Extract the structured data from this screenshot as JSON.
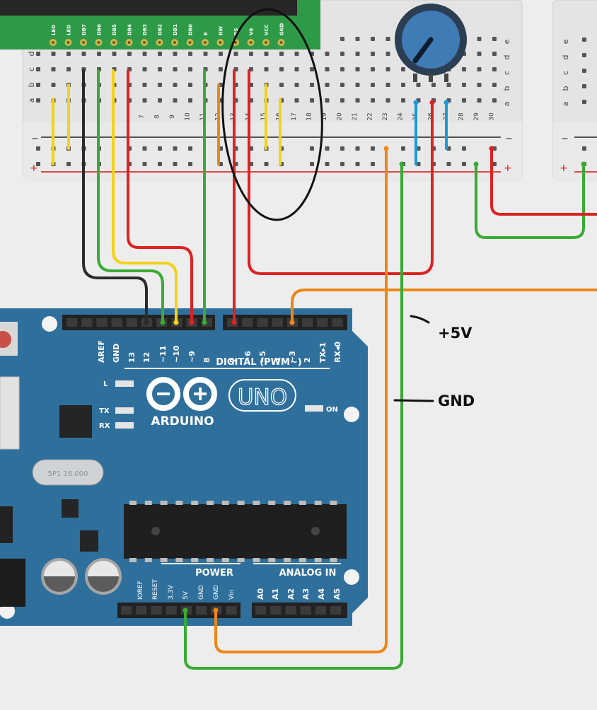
{
  "lcd": {
    "pins": [
      "LED",
      "LED",
      "DB7",
      "DB6",
      "DB5",
      "DB4",
      "DB3",
      "DB2",
      "DB1",
      "DB0",
      "E",
      "RW",
      "RS",
      "V0",
      "VCC",
      "GND"
    ]
  },
  "breadboard": {
    "row_letters_top": [
      "d",
      "c",
      "b",
      "a"
    ],
    "row_letters_right": [
      "e",
      "d",
      "c",
      "b",
      "a"
    ],
    "right_board_letters": [
      "e",
      "d",
      "c",
      "b",
      "a"
    ],
    "visible_columns": [
      "7",
      "8",
      "9",
      "10",
      "11",
      "12",
      "13",
      "14",
      "15",
      "16",
      "17",
      "18",
      "19",
      "20",
      "21",
      "22",
      "23",
      "24",
      "25",
      "26",
      "27",
      "28",
      "29",
      "30"
    ],
    "rail_minus": "−",
    "rail_plus": "+"
  },
  "arduino": {
    "logo_text": "ARDUINO",
    "model": "UNO",
    "digital_header_label": "DIGITAL (PWM~)",
    "digital_pins": [
      "AREF",
      "GND",
      "13",
      "12",
      "~11",
      "~10",
      "~9",
      "8",
      "7",
      "~6",
      "~5",
      "4",
      "~3",
      "2",
      "TX▸1",
      "RX◂0"
    ],
    "power_header_label": "POWER",
    "power_pins": [
      "IOREF",
      "RESET",
      "3.3V",
      "5V",
      "GND",
      "GND",
      "Vin"
    ],
    "analog_header_label": "ANALOG IN",
    "analog_pins": [
      "A0",
      "A1",
      "A2",
      "A3",
      "A4",
      "A5"
    ],
    "leds": {
      "l": "L",
      "tx": "TX",
      "rx": "RX",
      "on": "ON"
    },
    "crystal_text": "5P1 16.000"
  },
  "annotations": {
    "plus5v": "+5V",
    "gnd": "GND"
  },
  "colors": {
    "board_blue": "#2f6f9c",
    "wire_red": "#dd2222",
    "wire_green": "#3aaa35",
    "wire_yellow": "#f2d31c",
    "wire_orange": "#ee8616",
    "wire_blue": "#1b9ad9",
    "wire_black": "#2b2b2b",
    "lcd_green": "#2e9a48"
  }
}
